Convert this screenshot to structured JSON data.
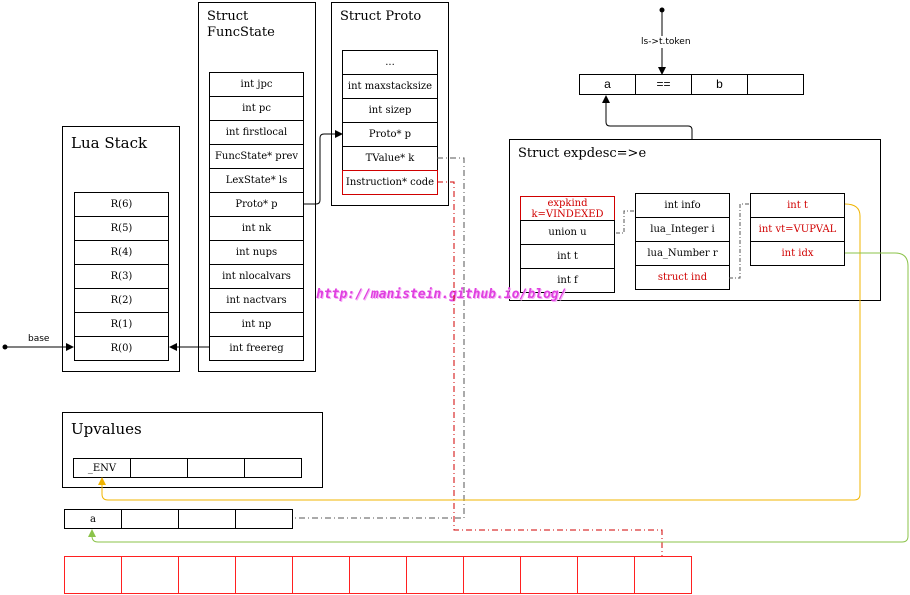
{
  "lua_stack": {
    "title": "Lua Stack",
    "slots": [
      "R(6)",
      "R(5)",
      "R(4)",
      "R(3)",
      "R(2)",
      "R(1)",
      "R(0)"
    ],
    "base_label": "base"
  },
  "funcstate": {
    "title": "Struct\nFuncState",
    "fields": [
      "int jpc",
      "int pc",
      "int firstlocal",
      "FuncState* prev",
      "LexState* ls",
      "Proto* p",
      "int nk",
      "int nups",
      "int nlocalvars",
      "int nactvars",
      "int np",
      "int freereg"
    ]
  },
  "proto": {
    "title": "Struct Proto",
    "fields": [
      "...",
      "int maxstacksize",
      "int sizep",
      "Proto* p",
      "TValue* k",
      "Instruction* code"
    ]
  },
  "token": {
    "label": "ls->t.token",
    "cells": [
      "a",
      "==",
      "b",
      ""
    ]
  },
  "expdesc": {
    "title": "Struct expdesc=>e",
    "main_fields": [
      "expkind\nk=VINDEXED",
      "union u",
      "int t",
      "int f"
    ],
    "union_fields": [
      "int info",
      "lua_Integer i",
      "lua_Number r",
      "struct ind"
    ],
    "ind_fields": [
      "int t",
      "int vt=VUPVAL",
      "int idx"
    ]
  },
  "upvalues": {
    "title": "Upvalues",
    "cells": [
      "_ENV",
      "",
      "",
      ""
    ]
  },
  "locals_row": {
    "cells": [
      "a",
      "",
      "",
      ""
    ]
  },
  "constants_row": {
    "count": 11
  },
  "watermark": "http://manistein.github.io/blog/"
}
